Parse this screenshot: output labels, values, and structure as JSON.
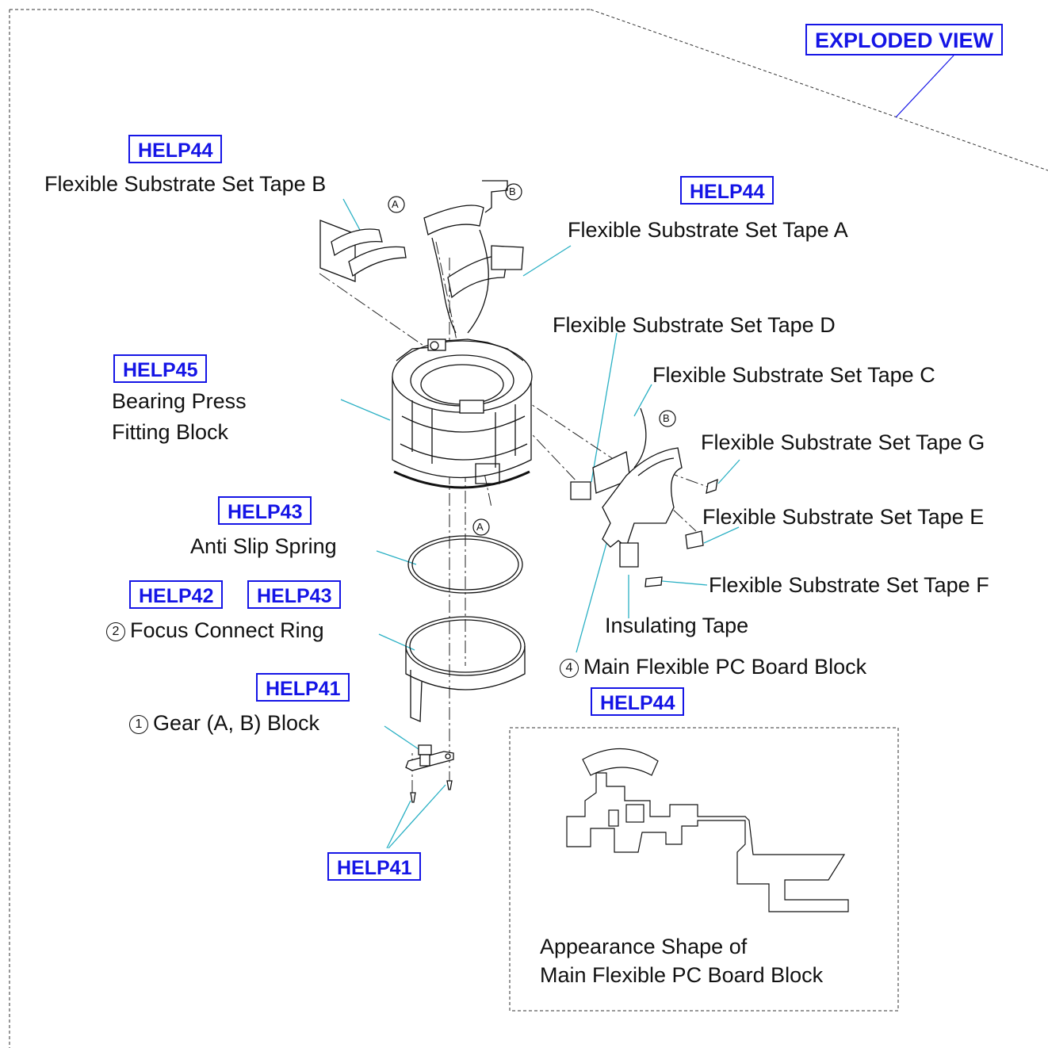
{
  "header": {
    "exploded_view": "EXPLODED VIEW"
  },
  "help_links": {
    "help44_tape_b": "HELP44",
    "help44_tape_a": "HELP44",
    "help45": "HELP45",
    "help43_spring": "HELP43",
    "help42": "HELP42",
    "help43_ring": "HELP43",
    "help41_gear": "HELP41",
    "help41_screws": "HELP41",
    "help44_board": "HELP44"
  },
  "labels": {
    "tape_b": "Flexible Substrate Set Tape B",
    "tape_a": "Flexible Substrate Set Tape A",
    "tape_d": "Flexible Substrate Set Tape D",
    "tape_c": "Flexible Substrate Set Tape C",
    "tape_g": "Flexible Substrate Set Tape G",
    "tape_e": "Flexible Substrate Set Tape E",
    "tape_f": "Flexible Substrate Set Tape F",
    "insulating_tape": "Insulating Tape",
    "bearing_line1": "Bearing Press",
    "bearing_line2": "Fitting Block",
    "anti_slip_spring": "Anti Slip Spring",
    "focus_ring_num": "2",
    "focus_ring": "Focus Connect Ring",
    "gear_num": "1",
    "gear_block": "Gear (A, B) Block",
    "main_board_num": "4",
    "main_board": "Main Flexible PC Board Block",
    "appearance_line1": "Appearance Shape of",
    "appearance_line2": "Main Flexible PC Board Block"
  },
  "markers": {
    "a": "A",
    "b": "B"
  },
  "colors": {
    "link": "#1515e6",
    "leader": "#2ab0c4",
    "ink": "#111111"
  }
}
